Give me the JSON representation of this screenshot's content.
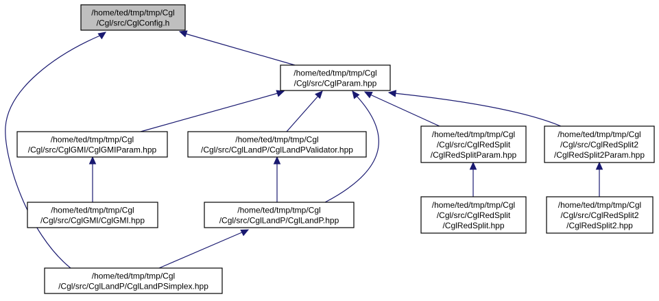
{
  "graph": {
    "nodes": [
      {
        "id": "cglconfig",
        "lines": [
          "/home/ted/tmp/tmp/Cgl",
          "/Cgl/src/CglConfig.h"
        ],
        "highlighted": true
      },
      {
        "id": "cglparam",
        "lines": [
          "/home/ted/tmp/tmp/Cgl",
          "/Cgl/src/CglParam.hpp"
        ]
      },
      {
        "id": "cglgmiparam",
        "lines": [
          "/home/ted/tmp/tmp/Cgl",
          "/Cgl/src/CglGMI/CglGMIParam.hpp"
        ]
      },
      {
        "id": "cgllandpvalidator",
        "lines": [
          "/home/ted/tmp/tmp/Cgl",
          "/Cgl/src/CglLandP/CglLandPValidator.hpp"
        ]
      },
      {
        "id": "cglredsplitparam",
        "lines": [
          "/home/ted/tmp/tmp/Cgl",
          "/Cgl/src/CglRedSplit",
          "/CglRedSplitParam.hpp"
        ]
      },
      {
        "id": "cglredsplit2param",
        "lines": [
          "/home/ted/tmp/tmp/Cgl",
          "/Cgl/src/CglRedSplit2",
          "/CglRedSplit2Param.hpp"
        ]
      },
      {
        "id": "cglgmi",
        "lines": [
          "/home/ted/tmp/tmp/Cgl",
          "/Cgl/src/CglGMI/CglGMI.hpp"
        ]
      },
      {
        "id": "cgllandp",
        "lines": [
          "/home/ted/tmp/tmp/Cgl",
          "/Cgl/src/CglLandP/CglLandP.hpp"
        ]
      },
      {
        "id": "cglredsplit",
        "lines": [
          "/home/ted/tmp/tmp/Cgl",
          "/Cgl/src/CglRedSplit",
          "/CglRedSplit.hpp"
        ]
      },
      {
        "id": "cglredsplit2",
        "lines": [
          "/home/ted/tmp/tmp/Cgl",
          "/Cgl/src/CglRedSplit2",
          "/CglRedSplit2.hpp"
        ]
      },
      {
        "id": "cgllandpsimplex",
        "lines": [
          "/home/ted/tmp/tmp/Cgl",
          "/Cgl/src/CglLandP/CglLandPSimplex.hpp"
        ]
      }
    ],
    "edges": [
      {
        "from": "cglparam",
        "to": "cglconfig"
      },
      {
        "from": "cgllandpsimplex",
        "to": "cglconfig"
      },
      {
        "from": "cglgmiparam",
        "to": "cglparam"
      },
      {
        "from": "cgllandpvalidator",
        "to": "cglparam"
      },
      {
        "from": "cgllandp",
        "to": "cglparam"
      },
      {
        "from": "cglredsplitparam",
        "to": "cglparam"
      },
      {
        "from": "cglredsplit2param",
        "to": "cglparam"
      },
      {
        "from": "cglgmi",
        "to": "cglgmiparam"
      },
      {
        "from": "cgllandp",
        "to": "cgllandpvalidator"
      },
      {
        "from": "cglredsplit",
        "to": "cglredsplitparam"
      },
      {
        "from": "cglredsplit2",
        "to": "cglredsplit2param"
      },
      {
        "from": "cgllandpsimplex",
        "to": "cgllandp"
      }
    ]
  }
}
